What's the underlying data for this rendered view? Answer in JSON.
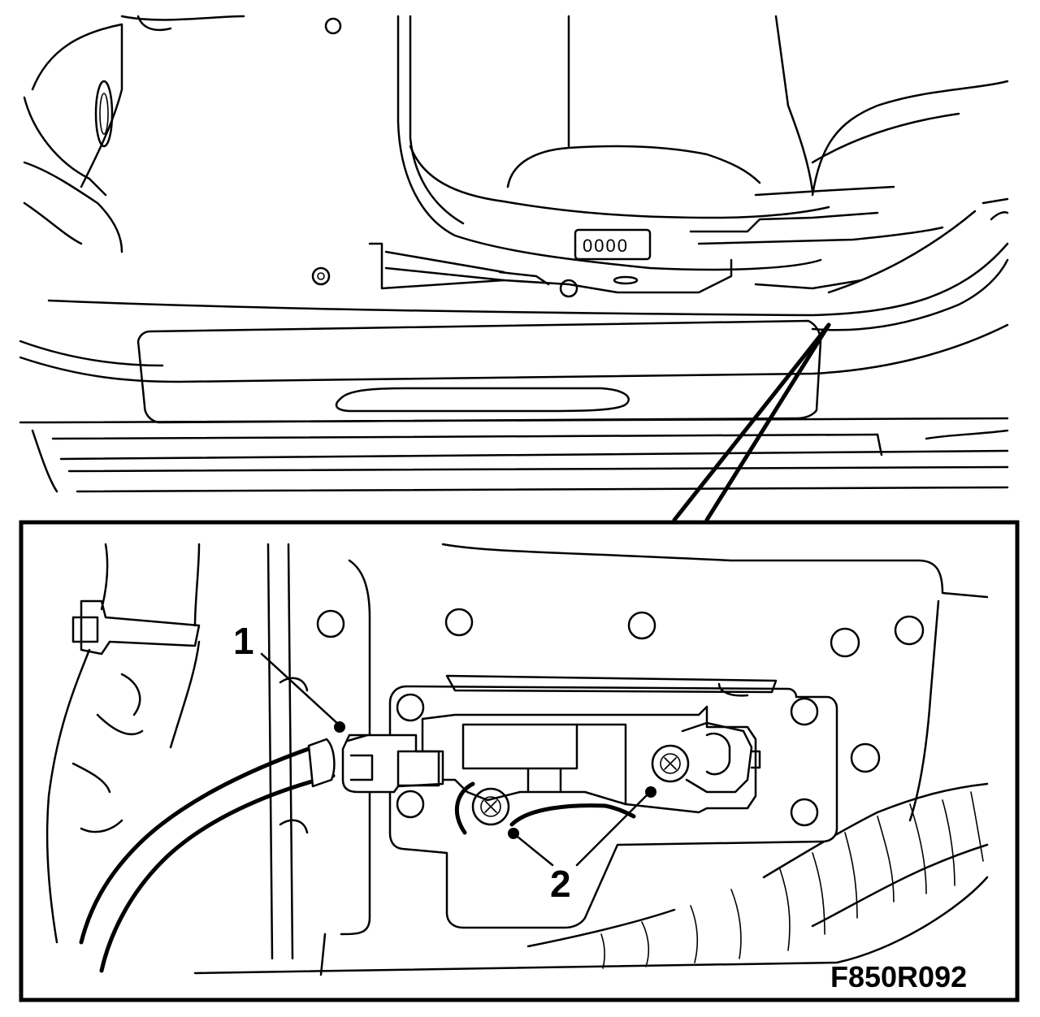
{
  "figure_id": "F850R092",
  "callouts": [
    {
      "number": "1"
    },
    {
      "number": "2"
    }
  ],
  "seat_display_digits": "0000"
}
